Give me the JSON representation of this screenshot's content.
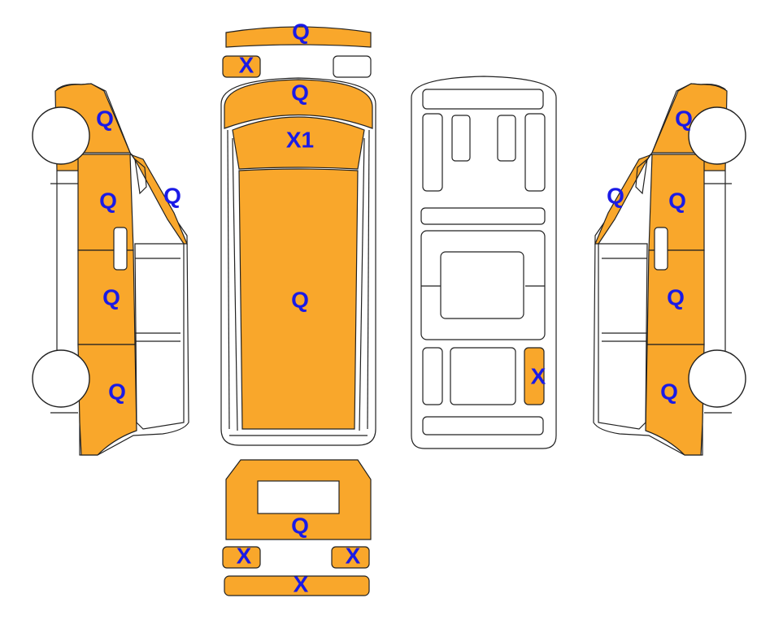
{
  "colors": {
    "damaged": "#F9A72B",
    "code": "#1A1AE6",
    "outline": "#222222"
  },
  "codes": {
    "top_front_bumper": "Q",
    "top_front_left_corner": "X",
    "hood": "Q",
    "windshield": "X1",
    "roof": "Q",
    "underside_rear_right": "X",
    "rear_door": "Q",
    "rear_left_corner": "X",
    "rear_right_corner": "X",
    "rear_bumper": "X",
    "left_front_fender": "Q",
    "left_a_pillar": "Q",
    "left_front_door": "Q",
    "left_middle_panel": "Q",
    "left_rear_panel": "Q",
    "right_front_fender": "Q",
    "right_a_pillar": "Q",
    "right_front_door": "Q",
    "right_middle_panel": "Q",
    "right_rear_panel": "Q"
  }
}
